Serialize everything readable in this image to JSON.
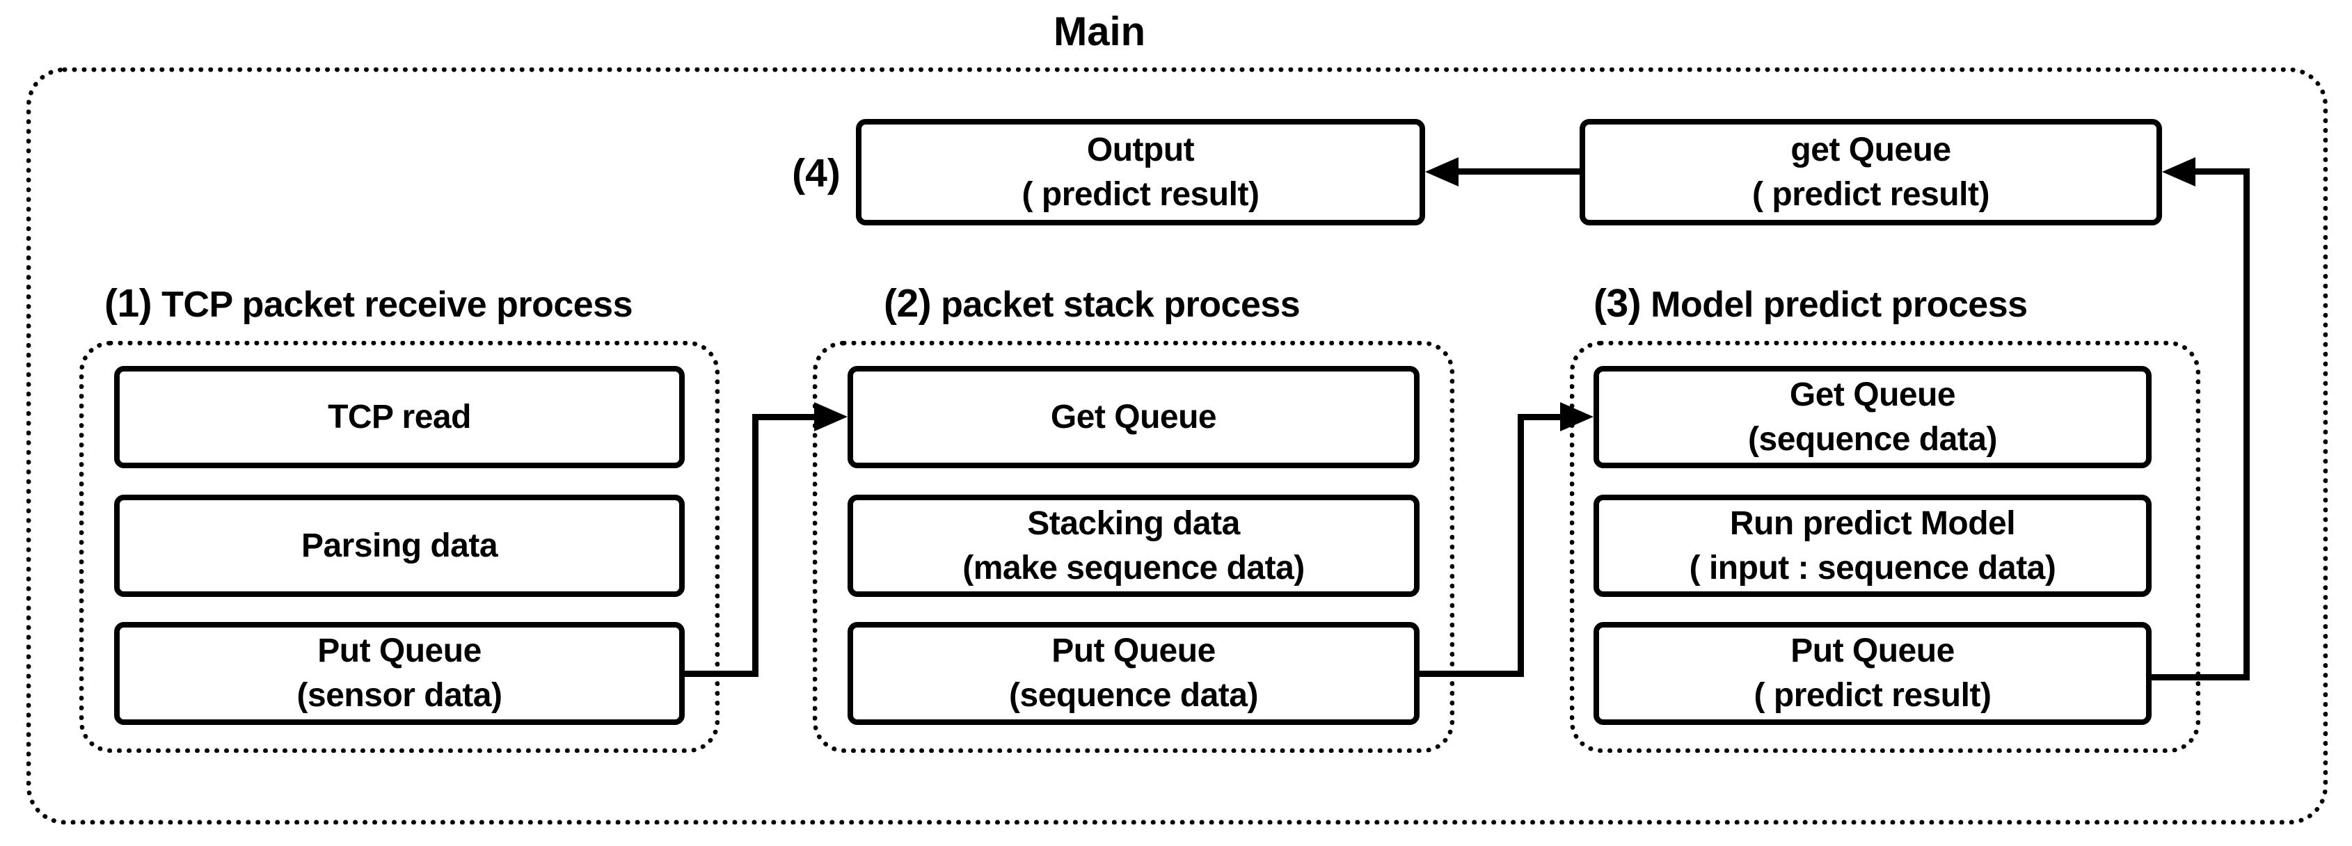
{
  "title": "Main",
  "colors": {
    "ink": "#000000",
    "bg": "#ffffff"
  },
  "top_row": {
    "step4": {
      "number": "(4)"
    },
    "output_box": {
      "line1": "Output",
      "line2": "( predict result)"
    },
    "get_queue_box": {
      "line1": "get Queue",
      "line2": "( predict result)"
    }
  },
  "sections": [
    {
      "number": "(1)",
      "label": "TCP packet receive process",
      "boxes": [
        {
          "line1": "TCP read",
          "line2": ""
        },
        {
          "line1": "Parsing data",
          "line2": ""
        },
        {
          "line1": "Put Queue",
          "line2": "(sensor data)"
        }
      ]
    },
    {
      "number": "(2)",
      "label": "packet stack process",
      "boxes": [
        {
          "line1": "Get Queue",
          "line2": ""
        },
        {
          "line1": "Stacking data",
          "line2": "(make sequence data)"
        },
        {
          "line1": "Put Queue",
          "line2": "(sequence data)"
        }
      ]
    },
    {
      "number": "(3)",
      "label": "Model predict process",
      "boxes": [
        {
          "line1": "Get Queue",
          "line2": "(sequence data)"
        },
        {
          "line1": "Run predict Model",
          "line2": "( input : sequence data)"
        },
        {
          "line1": "Put Queue",
          "line2": "( predict result)"
        }
      ]
    }
  ]
}
